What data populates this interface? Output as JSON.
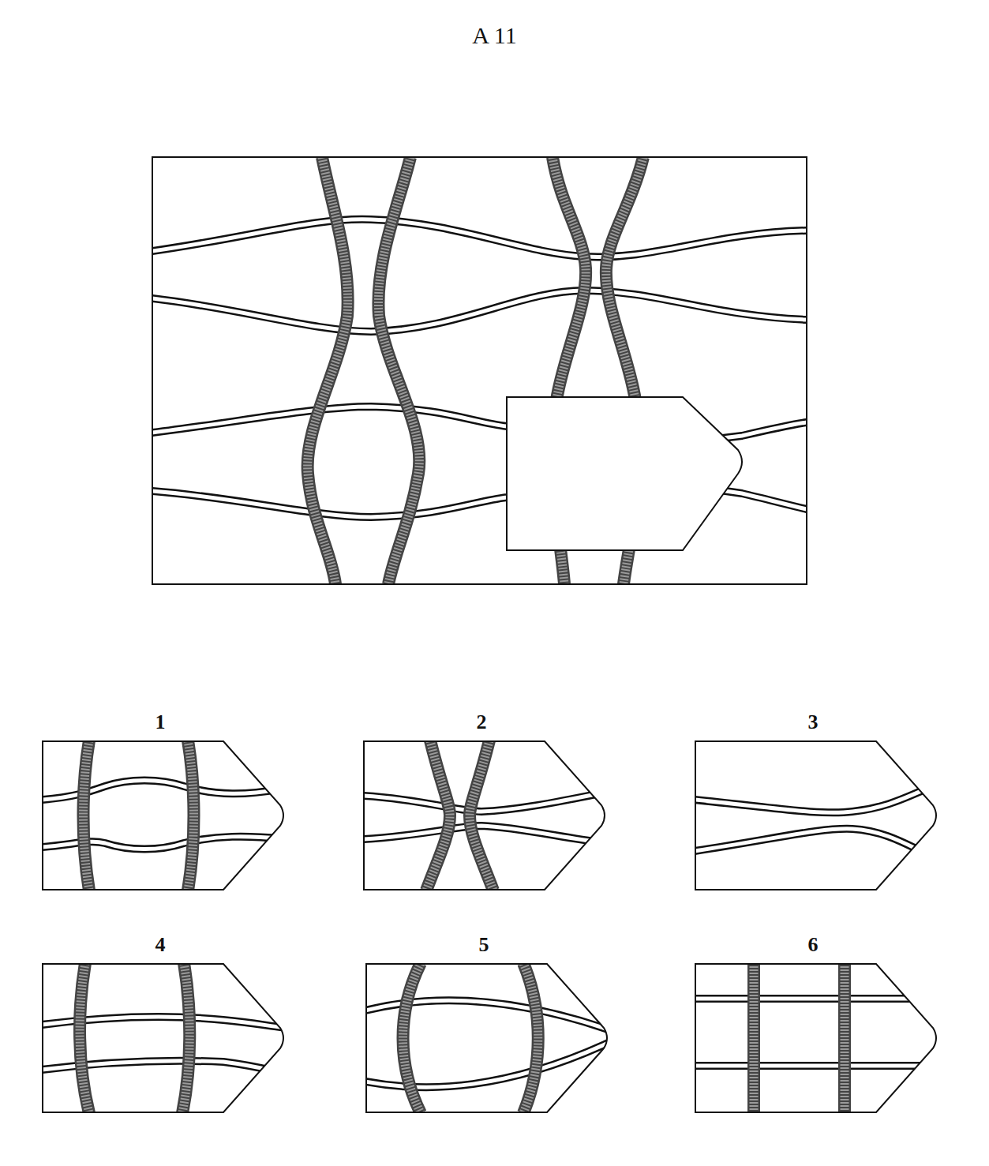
{
  "diagram": {
    "title": "A 11",
    "nodes": [
      {
        "text": [
          "1"
        ]
      },
      {
        "text": [
          "2"
        ]
      },
      {
        "text": [
          "3"
        ]
      },
      {
        "text": [
          "4"
        ]
      },
      {
        "text": [
          "5"
        ]
      },
      {
        "text": [
          "6"
        ]
      }
    ]
  }
}
